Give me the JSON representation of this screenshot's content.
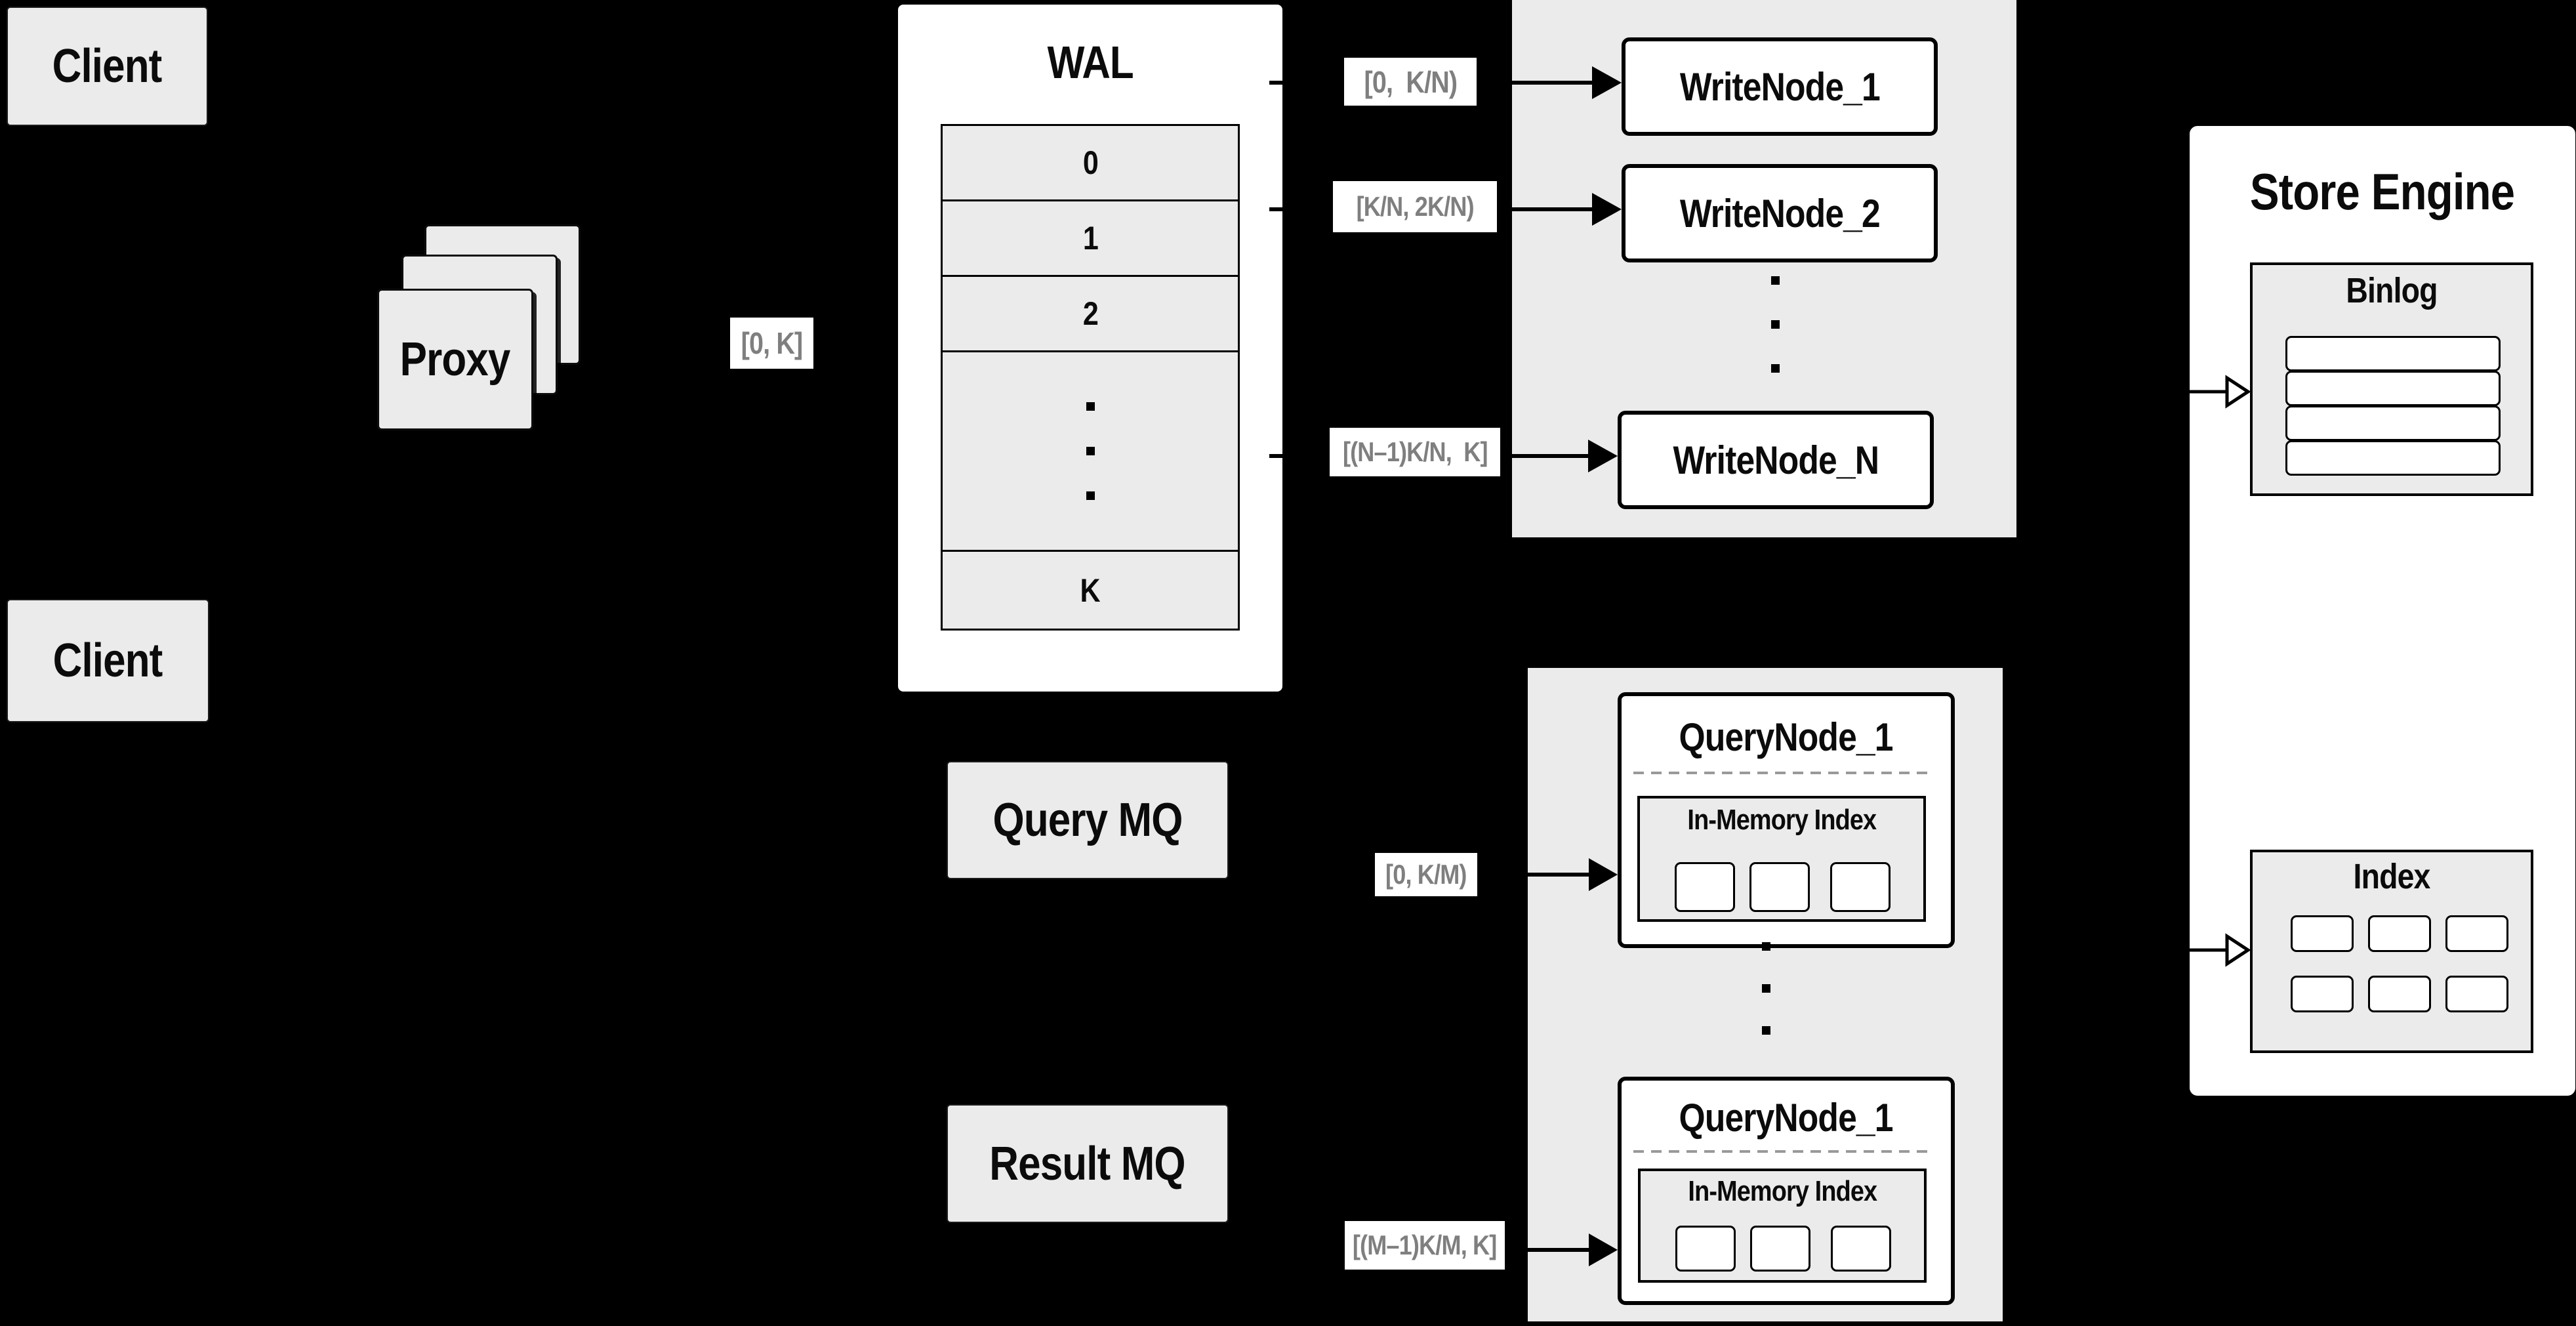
{
  "diagram": {
    "clients": {
      "top": "Client",
      "bottom": "Client"
    },
    "proxy": {
      "label": "Proxy"
    },
    "wal": {
      "title": "WAL",
      "rows": [
        "0",
        "1",
        "2",
        "K"
      ]
    },
    "range_chips": {
      "proxy_out": "[0, K]",
      "write_1": "[0,  K/N)",
      "write_2": "[K/N, 2K/N)",
      "write_n": "[(N–1)K/N,  K]",
      "query_top": "[0, K/M)",
      "query_bottom": "[(M–1)K/M, K]"
    },
    "write_nodes": {
      "node_1": "WriteNode_1",
      "node_2": "WriteNode_2",
      "node_n": "WriteNode_N"
    },
    "mq": {
      "query": "Query MQ",
      "result": "Result MQ"
    },
    "query_nodes": {
      "top": {
        "title": "QueryNode_1",
        "index_label": "In-Memory Index"
      },
      "bottom": {
        "title": "QueryNode_1",
        "index_label": "In-Memory Index"
      }
    },
    "store_engine": {
      "title": "Store Engine",
      "binlog": "Binlog",
      "index": "Index"
    },
    "colors": {
      "background": "#000000",
      "panel_gray": "#ebebeb",
      "box_white": "#ffffff",
      "line_black": "#000000",
      "chip_text_gray": "#7f7f7f",
      "dashed_gray": "#999999"
    }
  }
}
